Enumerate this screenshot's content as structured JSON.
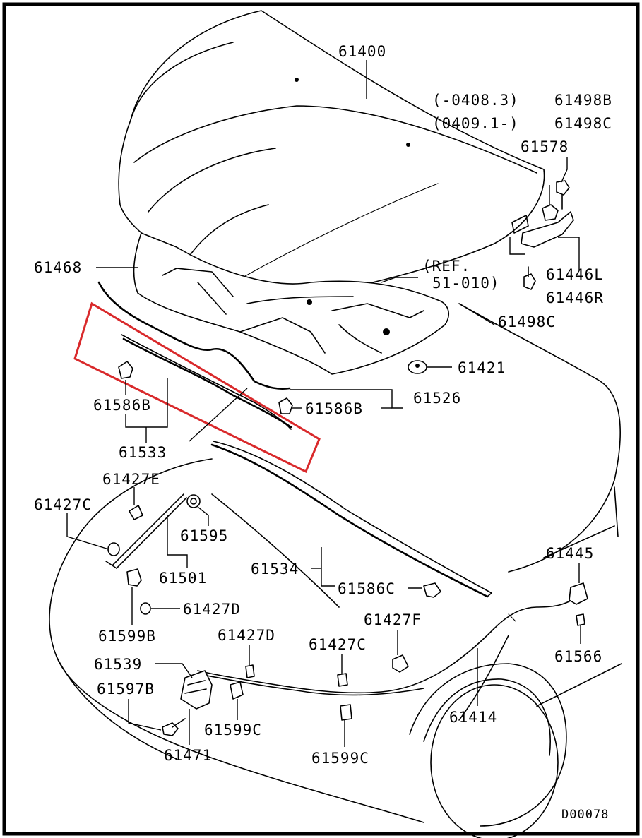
{
  "diagram_id": "D00078",
  "highlight_color": "#d9292b",
  "labels": {
    "p61400": "61400",
    "p61498b_cond": "(-0408.3)",
    "p61498b": "61498B",
    "p61498c_cond": "(0409.1-)",
    "p61498c_top": "61498C",
    "p61578": "61578",
    "p61468": "61468",
    "ref_line1": "(REF.",
    "ref_line2": "51-010)",
    "p61446l": "61446L",
    "p61446r": "61446R",
    "p61498c": "61498C",
    "p61421": "61421",
    "p61526": "61526",
    "p61586b_right": "61586B",
    "p61586b_left": "61586B",
    "p61533": "61533",
    "p61427e": "61427E",
    "p61427c_left": "61427C",
    "p61595": "61595",
    "p61501": "61501",
    "p61534": "61534",
    "p61586c": "61586C",
    "p61445": "61445",
    "p61427d_left": "61427D",
    "p61599b": "61599B",
    "p61427f": "61427F",
    "p61427d_mid": "61427D",
    "p61427c_mid": "61427C",
    "p61566": "61566",
    "p61539": "61539",
    "p61597b": "61597B",
    "p61599c_left": "61599C",
    "p61414": "61414",
    "p61471": "61471",
    "p61599c_bottom": "61599C"
  }
}
